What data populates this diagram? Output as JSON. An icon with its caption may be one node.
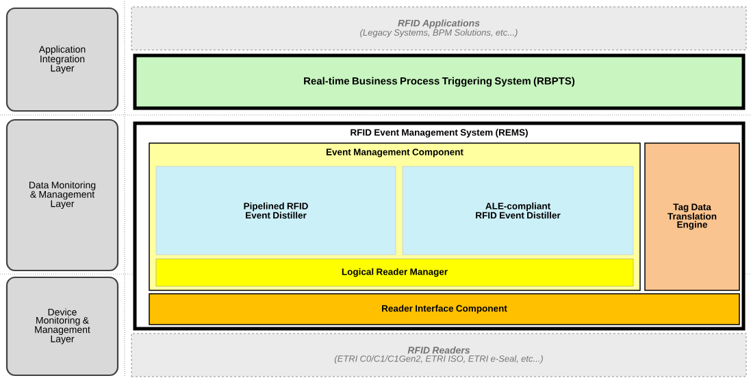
{
  "diagram": {
    "nodes": [
      {
        "text": [
          "Application Integration Layer"
        ]
      },
      {
        "text": [
          "Data Monitoring & Management Layer"
        ]
      },
      {
        "text": [
          "Device Monitoring & Management Layer"
        ]
      },
      {
        "text": [
          "RFID Applications",
          "(Legacy Systems, BPM Solutions, etc...)"
        ]
      },
      {
        "text": [
          "Real-time Business Process Triggering System (RBPTS)"
        ]
      },
      {
        "text": [
          "RFID Event Management System (REMS)"
        ]
      },
      {
        "text": [
          "Event Management Component"
        ],
        "in": 5
      },
      {
        "text": [
          "Pipelined RFID Event Distiller"
        ],
        "in": 6
      },
      {
        "text": [
          "ALE-compliant RFID Event Distiller"
        ],
        "in": 6
      },
      {
        "text": [
          "Logical Reader Manager"
        ],
        "in": 6
      },
      {
        "text": [
          "Tag Data Translation Engine"
        ],
        "in": 5
      },
      {
        "text": [
          "Reader Interface Component"
        ],
        "in": 5
      },
      {
        "text": [
          "RFID Readers",
          "(ETRI C0/C1/C1Gen2, ETRI ISO, ETRI e-Seal, etc...)"
        ]
      }
    ]
  }
}
